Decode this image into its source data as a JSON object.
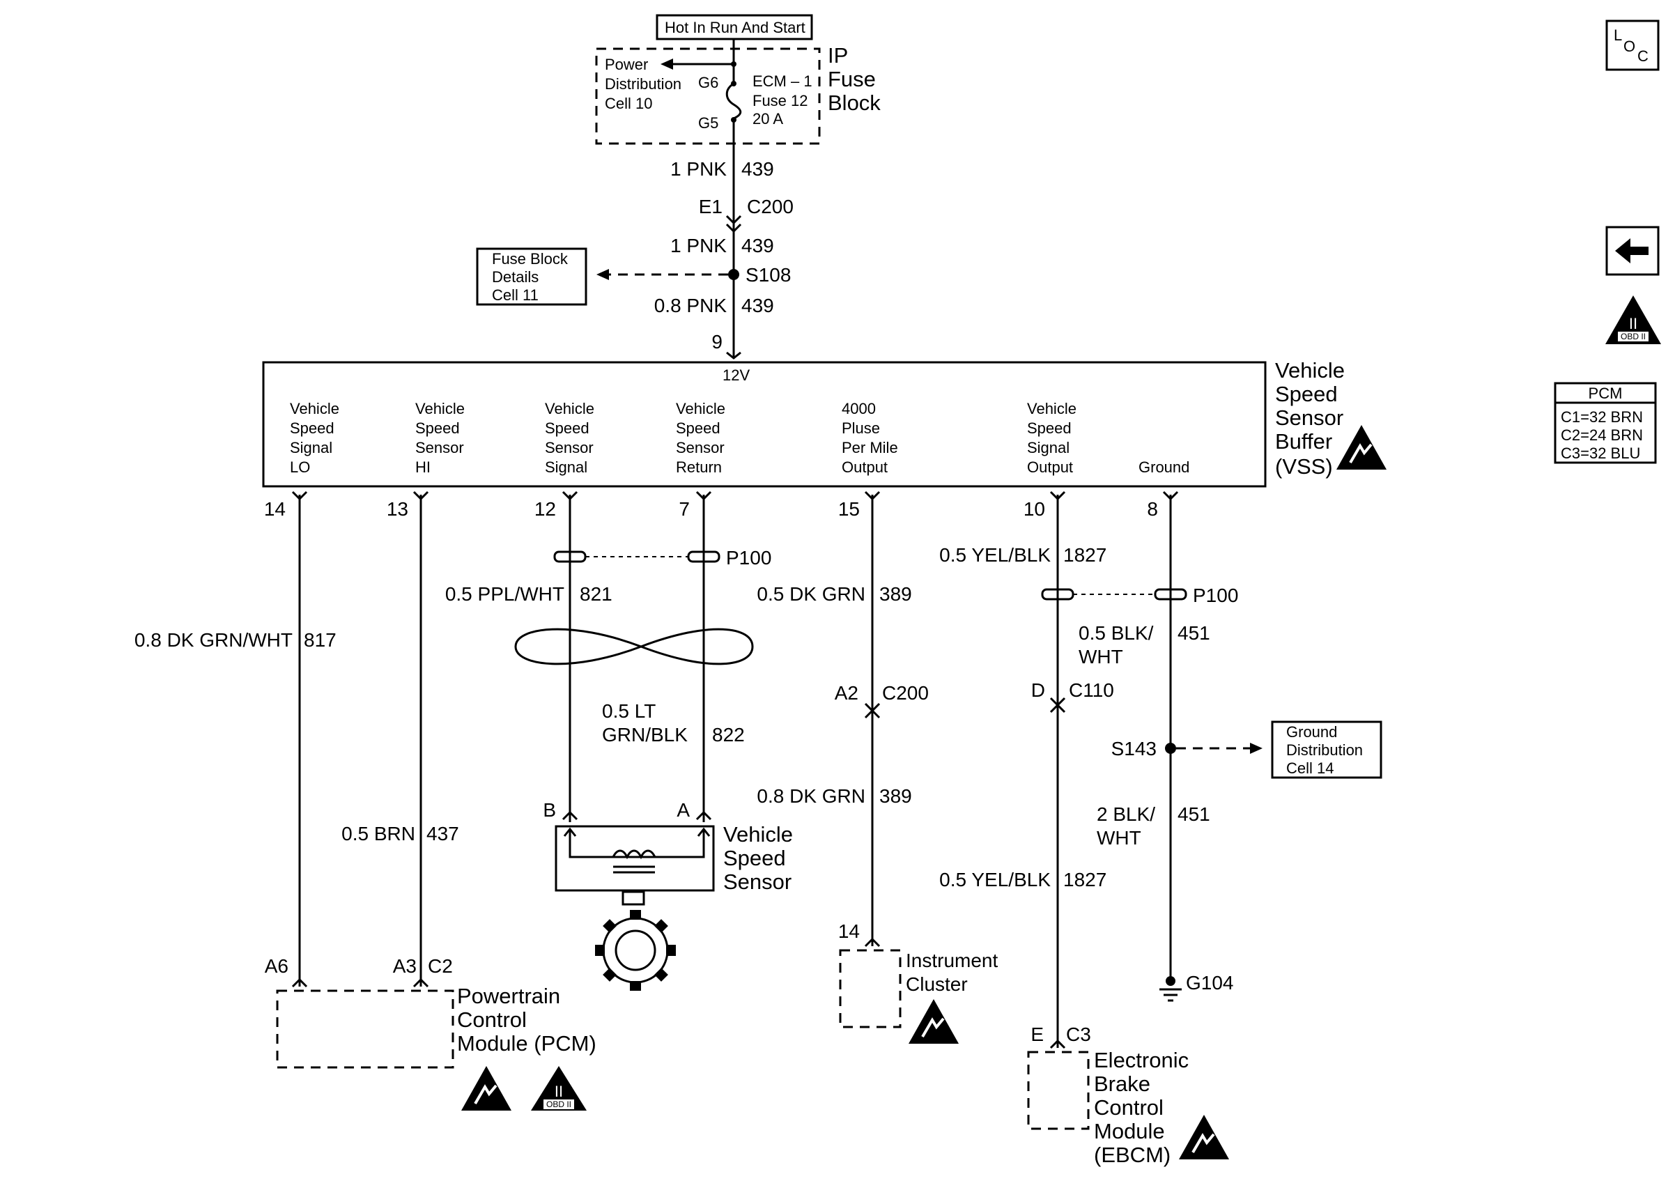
{
  "fuse": {
    "hot_label": "Hot In Run And Start",
    "power_dist": [
      "Power",
      "Distribution",
      "Cell 10"
    ],
    "pin_top": "G6",
    "pin_bottom": "G5",
    "fuse_name": [
      "ECM – 1",
      "Fuse 12",
      "20 A"
    ],
    "block_label": [
      "IP",
      "Fuse",
      "Block"
    ]
  },
  "feed": {
    "wire1_gauge": "1 PNK",
    "wire1_circuit": "439",
    "conn_pin": "E1",
    "conn_name": "C200",
    "wire2_gauge": "1 PNK",
    "wire2_circuit": "439",
    "fuse_block_details": [
      "Fuse Block",
      "Details",
      "Cell 11"
    ],
    "splice": "S108",
    "wire3_gauge": "0.8 PNK",
    "wire3_circuit": "439",
    "pin": "9"
  },
  "buffer": {
    "voltage": "12V",
    "terminals": [
      {
        "lines": [
          "Vehicle",
          "Speed",
          "Signal",
          "LO"
        ],
        "pin": "14"
      },
      {
        "lines": [
          "Vehicle",
          "Speed",
          "Sensor",
          "HI"
        ],
        "pin": "13"
      },
      {
        "lines": [
          "Vehicle",
          "Speed",
          "Sensor",
          "Signal"
        ],
        "pin": "12"
      },
      {
        "lines": [
          "Vehicle",
          "Speed",
          "Sensor",
          "Return"
        ],
        "pin": "7"
      },
      {
        "lines": [
          "4000",
          "Pluse",
          "Per Mile",
          "Output"
        ],
        "pin": "15"
      },
      {
        "lines": [
          "Vehicle",
          "Speed",
          "Signal",
          "Output"
        ],
        "pin": "10"
      },
      {
        "lines": [
          "Ground"
        ],
        "pin": "8"
      }
    ],
    "name": [
      "Vehicle",
      "Speed",
      "Sensor",
      "Buffer",
      "(VSS)"
    ]
  },
  "wires": {
    "w817_gauge": "0.8 DK GRN/WHT",
    "w817_circuit": "817",
    "w437_gauge": "0.5 BRN",
    "w437_circuit": "437",
    "w821_gauge": "0.5 PPL/WHT",
    "w821_circuit": "821",
    "w822_gauge": [
      "0.5 LT",
      "GRN/BLK"
    ],
    "w822_circuit": "822",
    "p100_left": "P100",
    "w389a_gauge": "0.5 DK GRN",
    "w389a_circuit": "389",
    "c200_pin": "A2",
    "c200_name": "C200",
    "w389b_gauge": "0.8 DK GRN",
    "w389b_circuit": "389",
    "w1827a_gauge": "0.5 YEL/BLK",
    "w1827a_circuit": "1827",
    "p100_right": "P100",
    "w451a_gauge": [
      "0.5 BLK/",
      "WHT"
    ],
    "w451a_circuit": "451",
    "c110_pin": "D",
    "c110_name": "C110",
    "splice_ground": "S143",
    "ground_dist": [
      "Ground",
      "Distribution",
      "Cell 14"
    ],
    "w451b_gauge": [
      "2 BLK/",
      "WHT"
    ],
    "w451b_circuit": "451",
    "w1827b_gauge": "0.5 YEL/BLK",
    "w1827b_circuit": "1827",
    "ground_name": "G104"
  },
  "sensor": {
    "pin_b": "B",
    "pin_a": "A",
    "name": [
      "Vehicle",
      "Speed",
      "Sensor"
    ]
  },
  "pcm": {
    "pin_a6": "A6",
    "pin_a3": "A3",
    "conn": "C2",
    "name": [
      "Powertrain",
      "Control",
      "Module (PCM)"
    ]
  },
  "cluster": {
    "pin": "14",
    "name": [
      "Instrument",
      "Cluster"
    ]
  },
  "ebcm": {
    "pin": "E",
    "conn": "C3",
    "name": [
      "Electronic",
      "Brake",
      "Control",
      "Module",
      "(EBCM)"
    ]
  },
  "side": {
    "loc_label": [
      "L",
      "O",
      "C"
    ],
    "obd_label": "OBD II",
    "obd_numeral": "II",
    "pcm_table_title": "PCM",
    "pcm_table_rows": [
      "C1=32 BRN",
      "C2=24 BRN",
      "C3=32 BLU"
    ]
  }
}
